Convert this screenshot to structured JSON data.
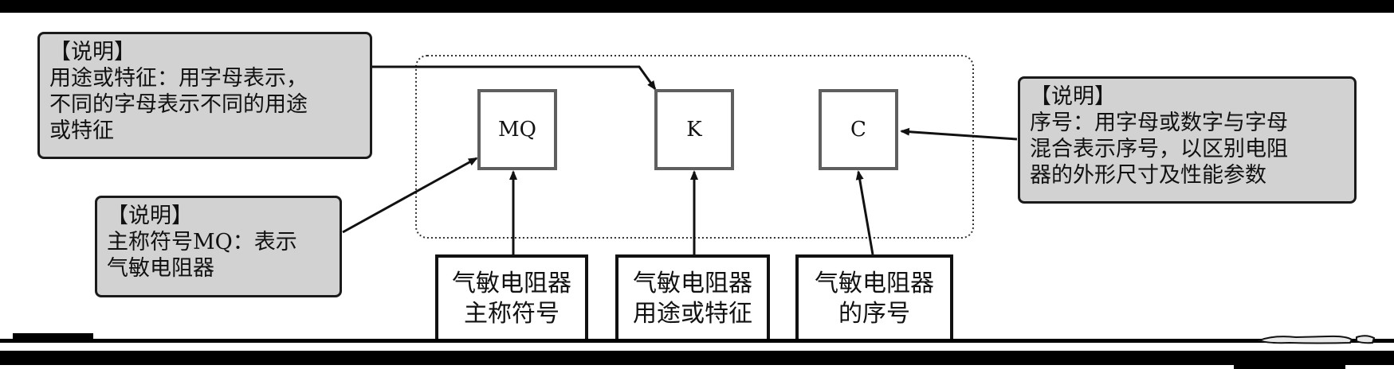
{
  "notes": [
    {
      "lines": [
        "【说明】",
        "用途或特征：用字母表示，",
        "不同的字母表示不同的用途",
        "或特征"
      ]
    },
    {
      "lines": [
        "【说明】",
        "主称符号MQ：表示",
        "气敏电阻器"
      ]
    },
    {
      "lines": [
        "【说明】",
        "序号：用字母或数字与字母",
        "混合表示序号，以区别电阻",
        "器的外形尺寸及性能参数"
      ]
    }
  ],
  "codes": [
    "MQ",
    "K",
    "C"
  ],
  "labels": [
    {
      "lines": [
        "气敏电阻器",
        "主称符号"
      ]
    },
    {
      "lines": [
        "气敏电阻器",
        "用途或特征"
      ]
    },
    {
      "lines": [
        "气敏电阻器",
        "的序号"
      ]
    }
  ],
  "colors": {
    "note_fill": "#d2d2d2",
    "code_border": "#5f5f5f",
    "line": "#111111"
  }
}
